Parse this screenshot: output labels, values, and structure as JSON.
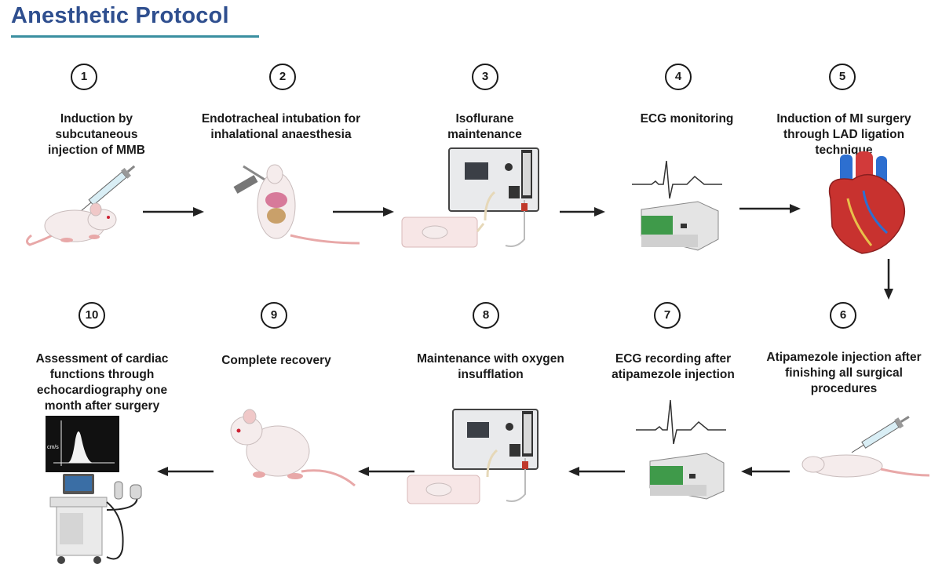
{
  "title": "Anesthetic Protocol",
  "steps": [
    {
      "number": "1",
      "label": "Induction by subcutaneous injection of MMB"
    },
    {
      "number": "2",
      "label": "Endotracheal intubation for inhalational anaesthesia"
    },
    {
      "number": "3",
      "label": "Isoflurane maintenance"
    },
    {
      "number": "4",
      "label": "ECG monitoring"
    },
    {
      "number": "5",
      "label": "Induction of MI surgery through LAD ligation technique"
    },
    {
      "number": "6",
      "label": "Atipamezole injection after finishing all surgical procedures"
    },
    {
      "number": "7",
      "label": "ECG recording after atipamezole injection"
    },
    {
      "number": "8",
      "label": "Maintenance with oxygen insufflation"
    },
    {
      "number": "9",
      "label": "Complete recovery"
    },
    {
      "number": "10",
      "label": "Assessment of cardiac functions through echocardiography one month after surgery"
    }
  ],
  "echo_screen_unit": "cm/s",
  "colors": {
    "title": "#2f4f8f",
    "rule": "#3a8fa0",
    "mouse": "#f5ecec",
    "tail": "#e8a8a8",
    "device_green": "#3f9a4a"
  }
}
